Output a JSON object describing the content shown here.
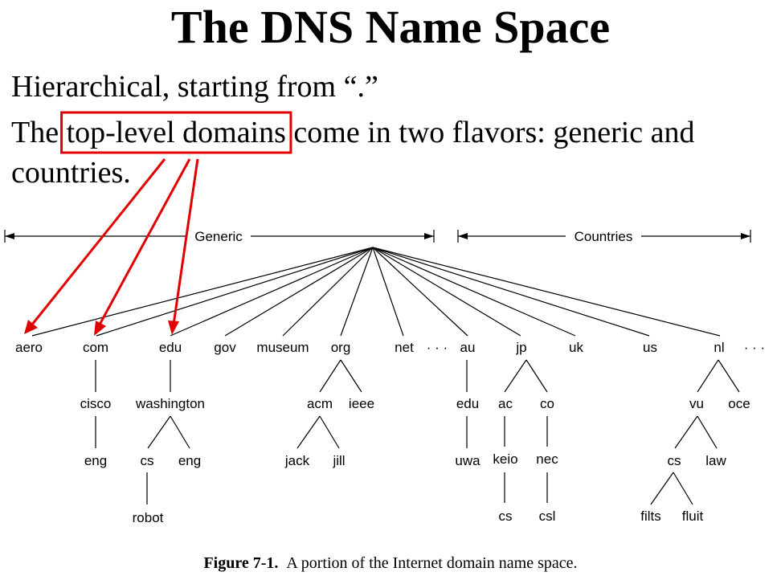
{
  "title": "The DNS Name Space",
  "bullet1": "Hierarchical, starting from “.”",
  "bullet2": {
    "before": "The",
    "highlight": "top-level domains",
    "after": "come in two flavors: generic and"
  },
  "bullet2_cont": "countries.",
  "diagram": {
    "group_generic": "Generic",
    "group_countries": "Countries",
    "ellipsis": "· · ·",
    "nodes": {
      "aero": "aero",
      "com": "com",
      "edu": "edu",
      "gov": "gov",
      "museum": "museum",
      "org": "org",
      "net": "net",
      "au": "au",
      "jp": "jp",
      "uk": "uk",
      "us": "us",
      "nl": "nl",
      "cisco": "cisco",
      "eng_com": "eng",
      "washington": "washington",
      "cs_edu": "cs",
      "eng_edu": "eng",
      "robot": "robot",
      "acm": "acm",
      "ieee": "ieee",
      "jack": "jack",
      "jill": "jill",
      "edu_au": "edu",
      "uwa": "uwa",
      "ac": "ac",
      "co": "co",
      "keio": "keio",
      "nec": "nec",
      "cs_jp": "cs",
      "csl": "csl",
      "vu": "vu",
      "oce": "oce",
      "cs_nl": "cs",
      "law": "law",
      "filts": "filts",
      "fluit": "fluit"
    },
    "highlight_color": "#e00000"
  },
  "caption": {
    "label": "Figure 7-1.",
    "text": "A portion of the Internet domain name space."
  }
}
